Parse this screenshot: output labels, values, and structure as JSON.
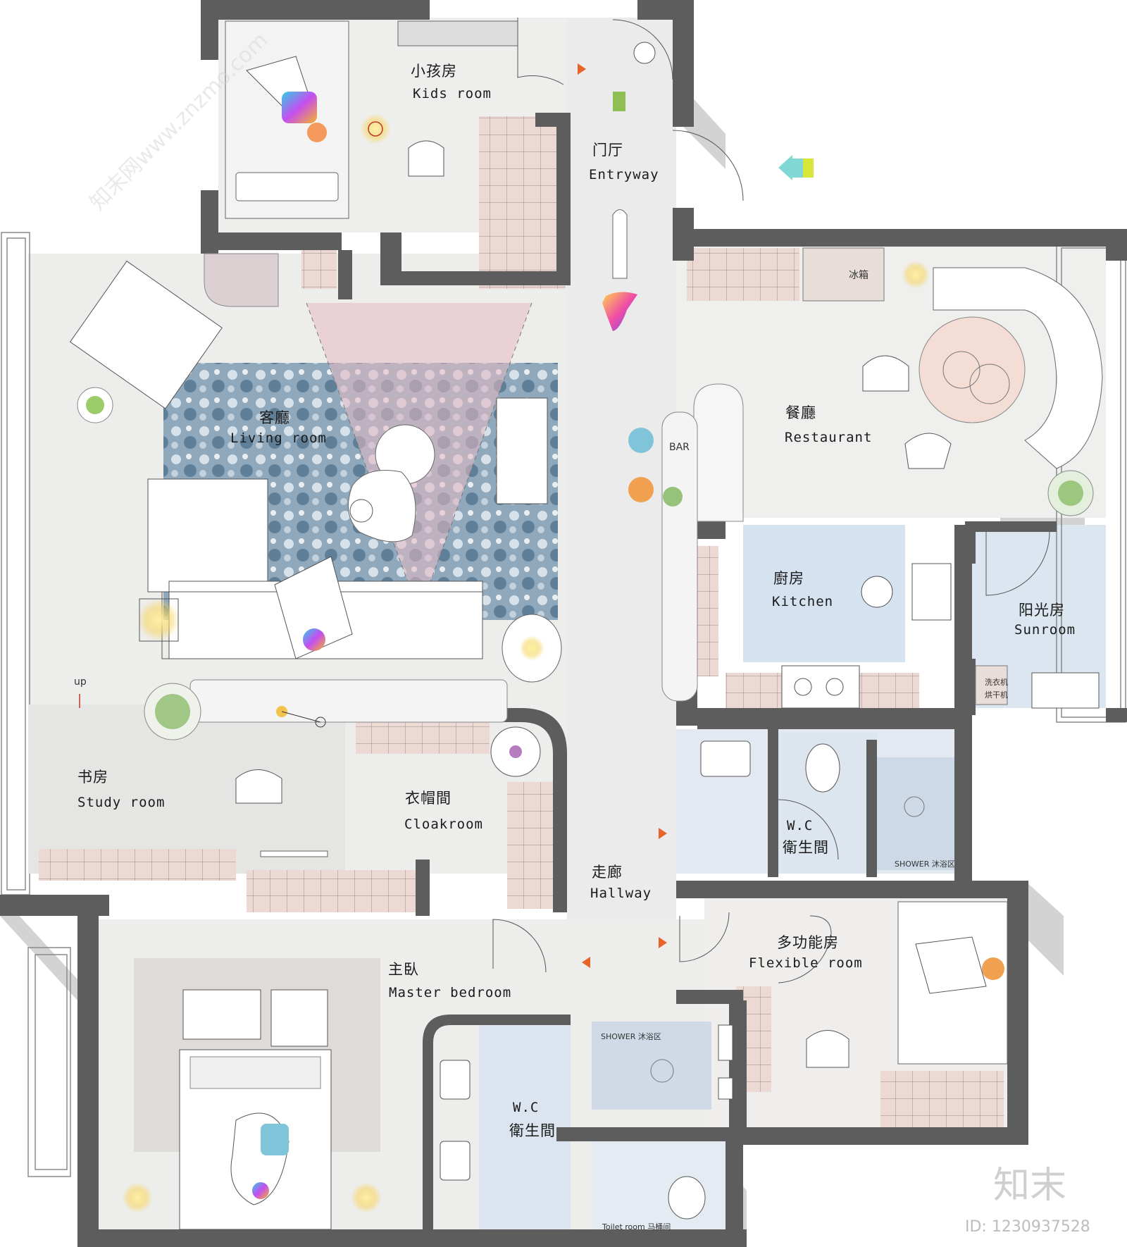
{
  "rooms": {
    "kids": {
      "zh": "小孩房",
      "en": "Kids room"
    },
    "entry": {
      "zh": "门厅",
      "en": "Entryway"
    },
    "living": {
      "zh": "客廳",
      "en": "Living room"
    },
    "restaurant": {
      "zh": "餐廳",
      "en": "Restaurant"
    },
    "kitchen": {
      "zh": "廚房",
      "en": "Kitchen"
    },
    "sunroom": {
      "zh": "阳光房",
      "en": "Sunroom"
    },
    "study": {
      "zh": "书房",
      "en": "Study room"
    },
    "cloak": {
      "zh": "衣帽間",
      "en": "Cloakroom"
    },
    "wc1": {
      "zh": "衛生間",
      "en": "W.C"
    },
    "hallway": {
      "zh": "走廊",
      "en": "Hallway"
    },
    "flex": {
      "zh": "多功能房",
      "en": "Flexible room"
    },
    "master": {
      "zh": "主臥",
      "en": "Master bedroom"
    },
    "wc2": {
      "zh": "衛生間",
      "en": "W.C"
    }
  },
  "labels": {
    "fridge": "冰箱",
    "bar": "BAR",
    "up": "up",
    "washer_line1": "洗衣机",
    "washer_line2": "烘干机",
    "shower1": "SHOWER 沐浴区",
    "shower2": "SHOWER 沐浴区",
    "toilet_room": "Toilet room 马桶间"
  },
  "watermark": {
    "text": "知末网www.znzmo.com",
    "brand": "知末",
    "id": "ID: 1230937528"
  },
  "colors": {
    "wall": "#5a5a5a",
    "floor": "#ececec",
    "rug": "#7d98ad",
    "kitchen_tile": "#d5e2ef",
    "bath_tile": "#dfe6ef",
    "cabinet": "#ead8d2",
    "cone": "#e8b9c2",
    "accent_yellow": "#f3c24d",
    "arrow": "#e7632a",
    "shadow": "#d0d0d0"
  }
}
